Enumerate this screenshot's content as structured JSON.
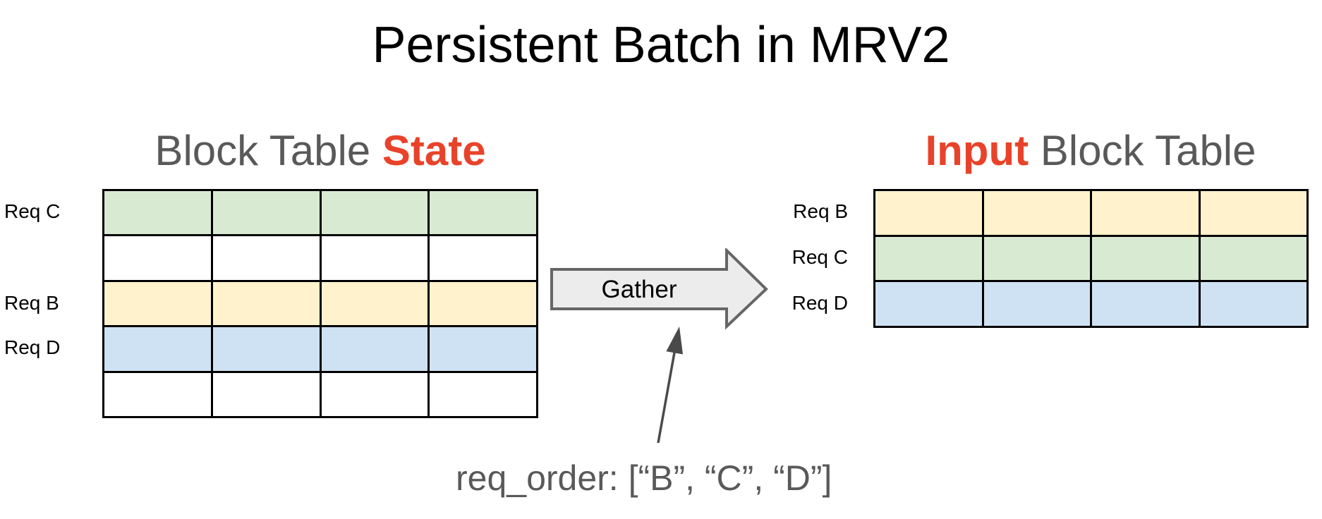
{
  "title": "Persistent Batch in MRV2",
  "colors": {
    "green": "#d9ead3",
    "yellow": "#fff2cc",
    "blue": "#cfe2f3",
    "white": "#ffffff",
    "red_accent": "#e8432a",
    "gray_text": "#595959",
    "arrow_fill": "#ececec",
    "arrow_border": "#666666",
    "annotation_arrow": "#4a4a4a",
    "table_border": "#000000"
  },
  "left_panel": {
    "heading_prefix": "Block Table ",
    "heading_highlight": "State",
    "row_labels": [
      "Req C",
      "Req B",
      "Req D"
    ],
    "grid": {
      "rows": 5,
      "cols": 4,
      "row_colors": [
        "green",
        "white",
        "yellow",
        "blue",
        "white"
      ]
    }
  },
  "right_panel": {
    "heading_highlight": "Input",
    "heading_suffix": " Block Table",
    "row_labels": [
      "Req B",
      "Req C",
      "Req D"
    ],
    "grid": {
      "rows": 3,
      "cols": 4,
      "row_colors": [
        "yellow",
        "green",
        "blue"
      ]
    }
  },
  "gather": {
    "label": "Gather"
  },
  "annotation": {
    "text": "req_order: [“B”, “C”, “D”]"
  }
}
